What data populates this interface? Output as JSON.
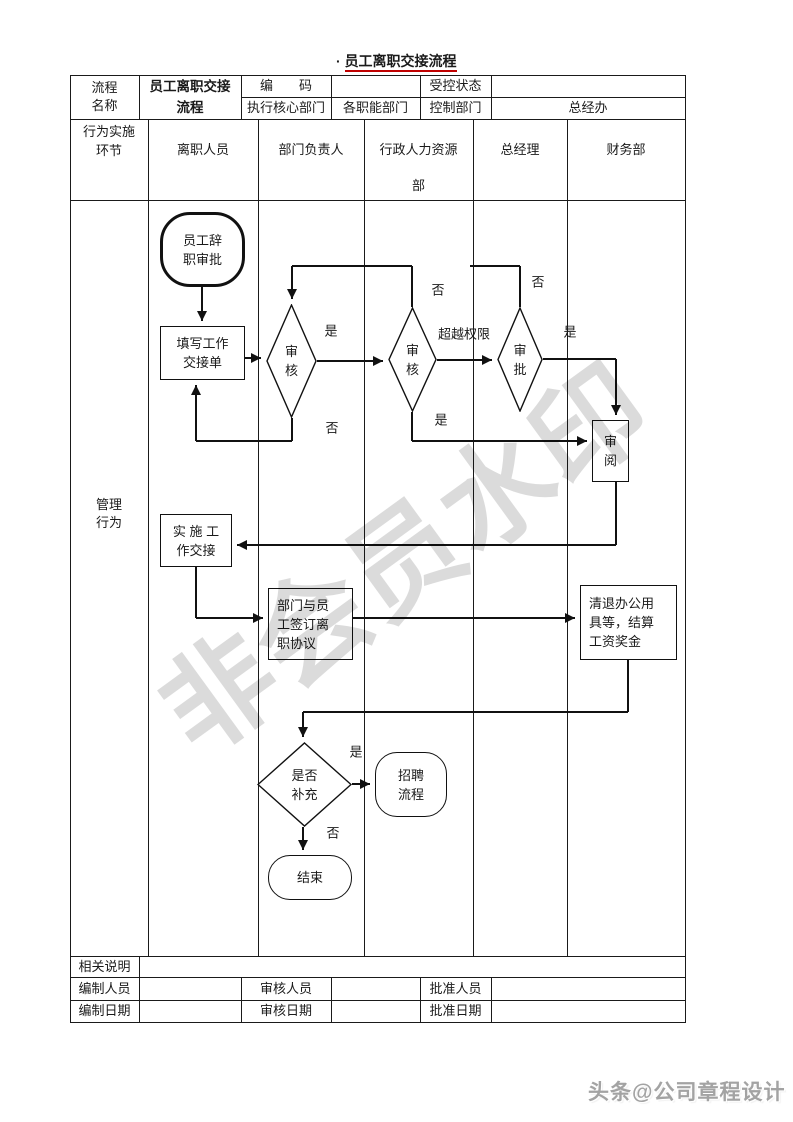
{
  "title": {
    "bullet": "· ",
    "text": "员工离职交接流程",
    "underline_color": "#c00000"
  },
  "meta_table": {
    "process_name_label": "流程\n名称",
    "process_name_value": "员工离职交接\n流程",
    "code_label": "编　　码",
    "code_value": "",
    "controlled_state_label": "受控状态",
    "controlled_state_value": "",
    "exec_core_dept_label": "执行核心部门",
    "exec_core_dept_value": "各职能部门",
    "control_dept_label": "控制部门",
    "control_dept_value": "总经办"
  },
  "lanes": {
    "row_label": "行为实施\n环节",
    "columns": [
      "离职人员",
      "部门负责人",
      "行政人力资源\n部",
      "总经理",
      "财务部"
    ],
    "body_label": "管理\n行为"
  },
  "flowchart": {
    "nodes": [
      {
        "id": "start",
        "text": "员工辞\n职审批"
      },
      {
        "id": "fill_form",
        "text": "填写工作\n交接单"
      },
      {
        "id": "d1",
        "text": "审\n核"
      },
      {
        "id": "d2",
        "text": "审\n核"
      },
      {
        "id": "d3",
        "text": "审\n批"
      },
      {
        "id": "review",
        "text": "审\n阅"
      },
      {
        "id": "handover",
        "text": "实 施 工\n作交接"
      },
      {
        "id": "agreement",
        "text": "部门与员\n工签订离\n职协议"
      },
      {
        "id": "settle",
        "text": "清退办公用\n具等，结算\n工资奖金"
      },
      {
        "id": "d4",
        "text": "是否\n补充"
      },
      {
        "id": "recruit",
        "text": "招聘\n流程"
      },
      {
        "id": "end",
        "text": "结束"
      }
    ],
    "edge_labels": [
      {
        "id": "yes1",
        "text": "是"
      },
      {
        "id": "no1",
        "text": "否"
      },
      {
        "id": "no2",
        "text": "否"
      },
      {
        "id": "exceed",
        "text": "超越权限"
      },
      {
        "id": "yes2",
        "text": "是"
      },
      {
        "id": "no3",
        "text": "否"
      },
      {
        "id": "yes3",
        "text": "是"
      },
      {
        "id": "yes4",
        "text": "是"
      },
      {
        "id": "no4",
        "text": "否"
      }
    ]
  },
  "footer_table": {
    "notes_label": "相关说明",
    "notes_value": "",
    "rows": [
      {
        "cells": [
          {
            "label": "编制人员",
            "value": ""
          },
          {
            "label": "审核人员",
            "value": ""
          },
          {
            "label": "批准人员",
            "value": ""
          }
        ]
      },
      {
        "cells": [
          {
            "label": "编制日期",
            "value": ""
          },
          {
            "label": "审核日期",
            "value": ""
          },
          {
            "label": "批准日期",
            "value": ""
          }
        ]
      }
    ]
  },
  "watermarks": {
    "diagonal": "非会员水印",
    "footer": "头条@公司章程设计"
  }
}
